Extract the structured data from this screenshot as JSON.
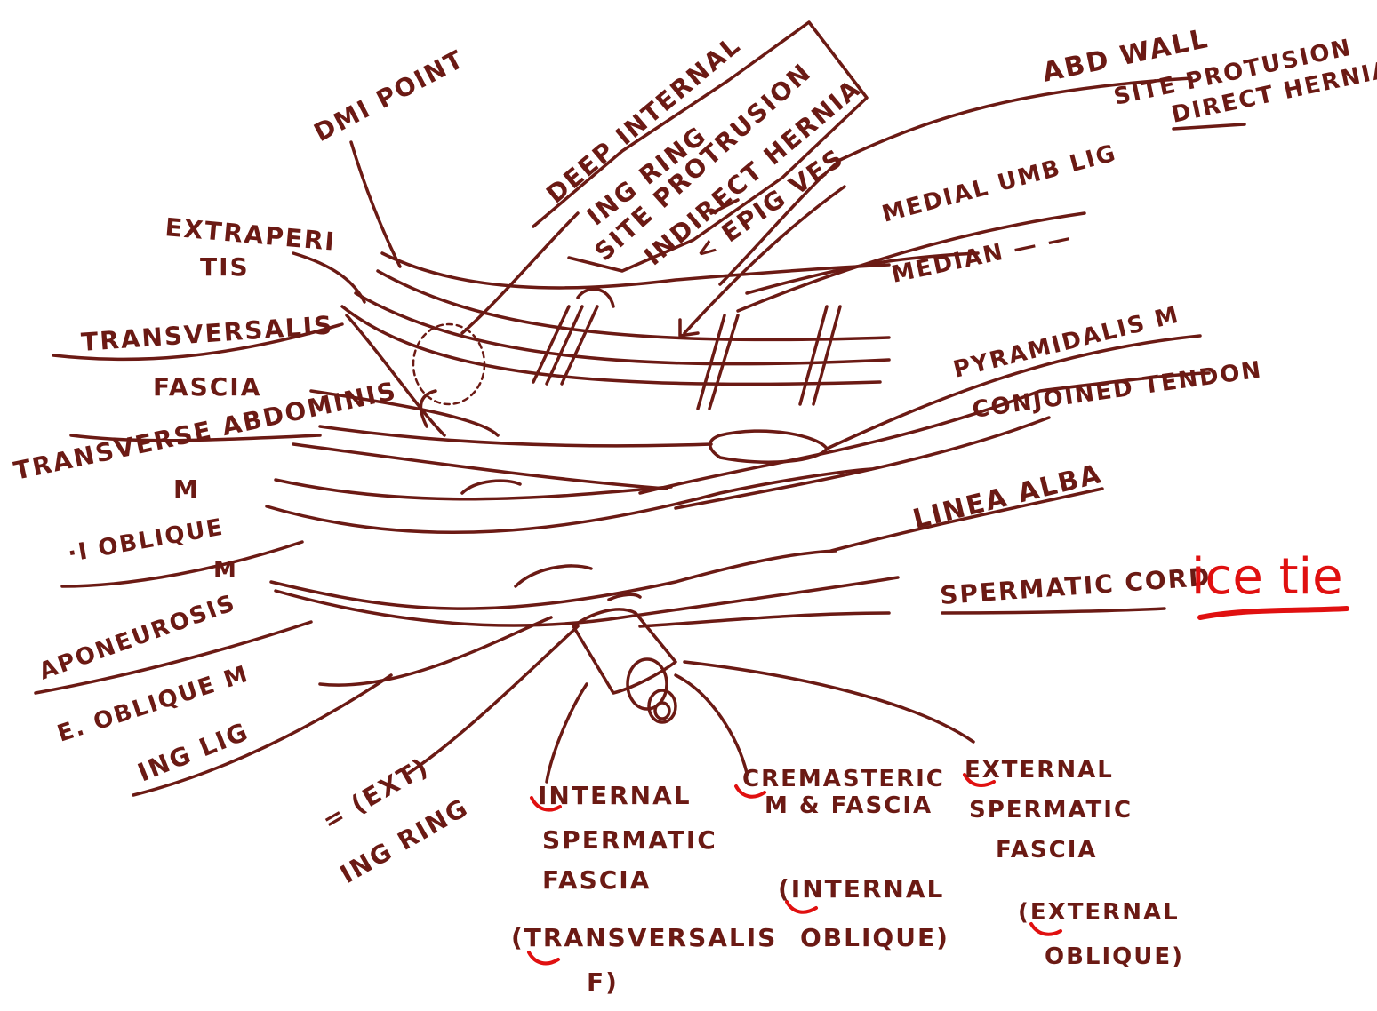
{
  "colors": {
    "ink": "#6b1a14",
    "accent": "#e01010",
    "background": "#ffffff"
  },
  "labels": {
    "mid_point": "DMI POINT",
    "deep_ring_1": "DEEP INTERNAL",
    "deep_ring_2": "ING RING",
    "deep_ring_3": "SITE PROTRUSION",
    "deep_ring_4": "INDIRECT HERNIA",
    "deep_ring_5": "< EPIG VES",
    "abd_wall": "ABD WALL",
    "direct_1": "SITE PROTUSION",
    "direct_2": "DIRECT HERNIA",
    "extraperitoneal_1": "EXTRAPERI",
    "extraperitoneal_2": "TIS",
    "medial_umb": "MEDIAL UMB LIG",
    "median": "MEDIAN — —",
    "transversalis_1": "TRANSVERSALIS",
    "transversalis_2": "FASCIA",
    "pyramidalis": "PYRAMIDALIS M",
    "conjoined": "CONJOINED TENDON",
    "transverse_abd_1": "TRANSVERSE ABDOMINIS",
    "transverse_abd_2": "M",
    "linea_alba": "LINEA ALBA",
    "int_oblique_1": "·I OBLIQUE",
    "int_oblique_2": "M",
    "spermatic_cord": "SPERMATIC CORD",
    "ice_tie": "ice tie",
    "aponeurosis_1": "APONEUROSIS",
    "aponeurosis_2": "E. OBLIQUE M",
    "ing_lig": "ING LIG",
    "sup_ring_1": "= (EXT)",
    "sup_ring_2": "ING RING",
    "int_sperm_1": "INTERNAL",
    "int_sperm_2": "SPERMATIC",
    "int_sperm_3": "FASCIA",
    "int_sperm_4": "(TRANSVERSALIS",
    "int_sperm_5": "F)",
    "cremasteric_1": "CREMASTERIC",
    "cremasteric_2": "M & FASCIA",
    "cremasteric_3": "(INTERNAL",
    "cremasteric_4": "OBLIQUE)",
    "ext_sperm_1": "EXTERNAL",
    "ext_sperm_2": "SPERMATIC",
    "ext_sperm_3": "FASCIA",
    "ext_sperm_4": "(EXTERNAL",
    "ext_sperm_5": "OBLIQUE)"
  }
}
